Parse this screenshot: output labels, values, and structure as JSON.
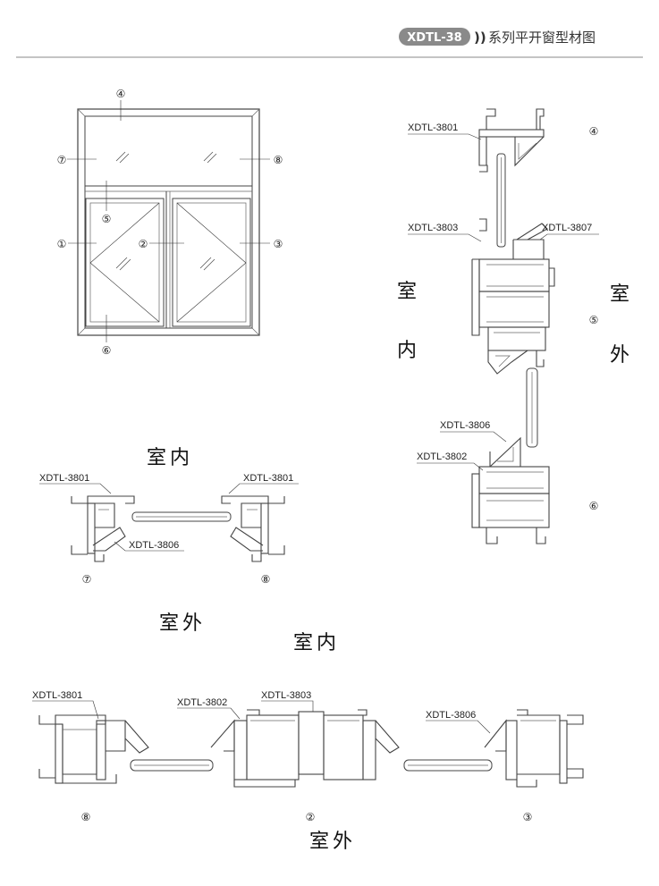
{
  "header": {
    "badge": "XDTL-38",
    "chevrons": "))",
    "title": "系列平开窗型材图"
  },
  "window_elevation": {
    "markers": [
      "④",
      "⑦",
      "⑧",
      "⑤",
      "①",
      "②",
      "③",
      "⑥"
    ]
  },
  "vertical_section": {
    "parts": [
      "XDTL-3801",
      "XDTL-3803",
      "XDTL-3807",
      "XDTL-3806",
      "XDTL-3802"
    ],
    "markers": [
      "④",
      "⑤",
      "⑥"
    ],
    "indoor": [
      "室",
      "内"
    ],
    "outdoor": [
      "室",
      "外"
    ]
  },
  "side_section": {
    "indoor": "室内",
    "outdoor": "室外",
    "left_part": "XDTL-3801",
    "right_part": "XDTL-3801",
    "bead_part": "XDTL-3806",
    "markers": [
      "⑦",
      "⑧"
    ]
  },
  "bottom_section": {
    "indoor": "室内",
    "outdoor": "室外",
    "parts": [
      "XDTL-3801",
      "XDTL-3802",
      "XDTL-3803",
      "XDTL-3806"
    ],
    "markers": [
      "⑧",
      "②",
      "③"
    ]
  }
}
